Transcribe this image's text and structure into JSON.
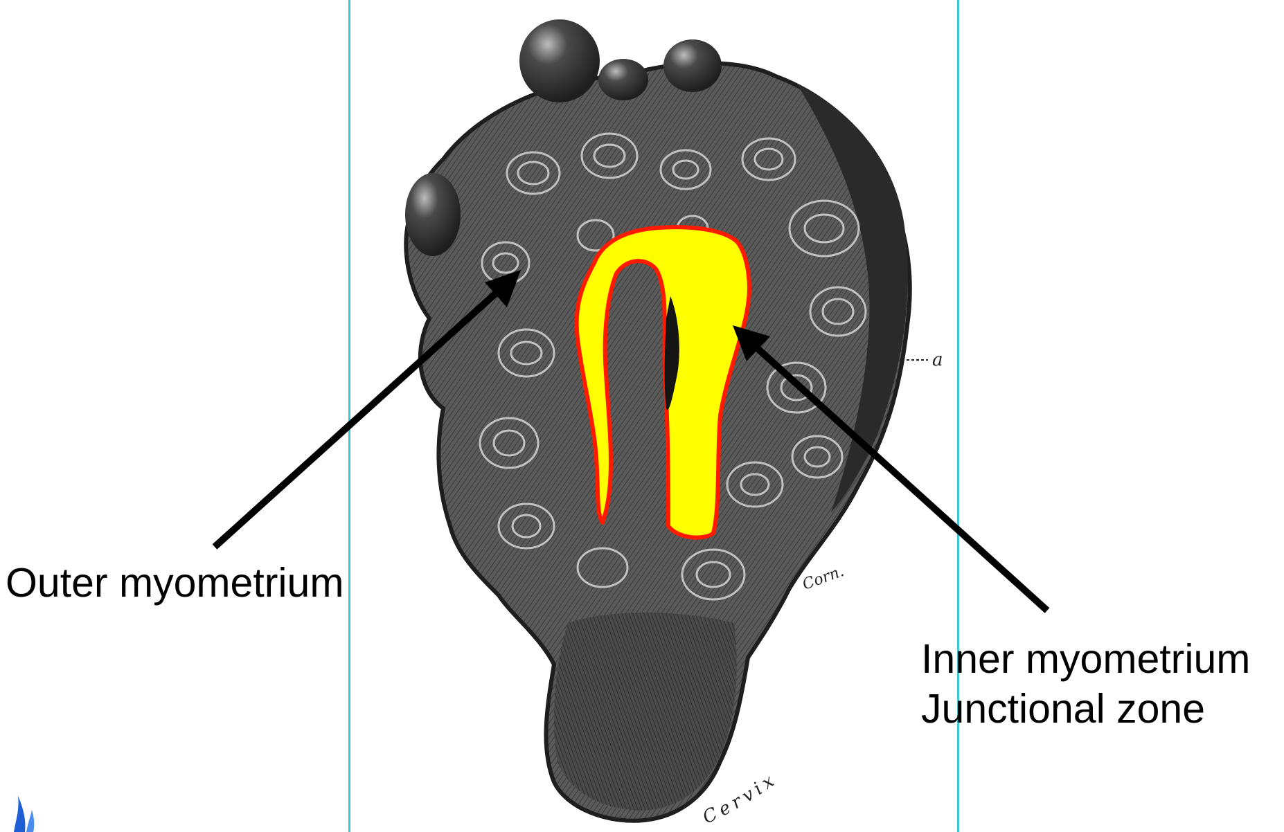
{
  "labels": {
    "outer": "Outer myometrium",
    "inner_line1": "Inner myometrium",
    "inner_line2": "Junctional zone",
    "marker_a": "a",
    "cervix": "Cervix",
    "signature": "Corn."
  },
  "colors": {
    "guide_line": "#3ec8d4",
    "zone_fill": "#ffff00",
    "zone_outline": "#ff1a00",
    "arrow": "#000000",
    "tissue": "#5a5a5a",
    "tissue_dark": "#2e2e2e"
  },
  "icons": {
    "corner_logo": "blue-flame-logo"
  }
}
